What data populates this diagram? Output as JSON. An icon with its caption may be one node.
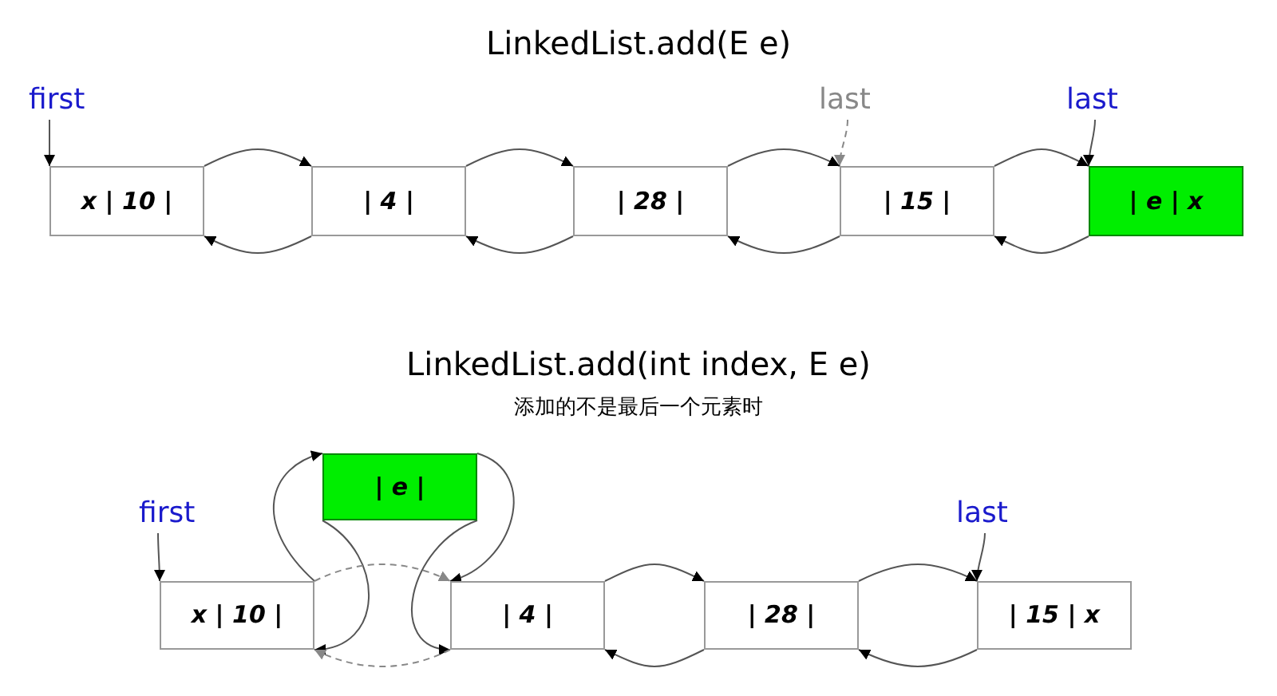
{
  "diagram": {
    "title": "LinkedList.add(E e)",
    "nodes": [
      {
        "text": [
          "first"
        ]
      },
      {
        "text": [
          "x | 10 |"
        ]
      },
      {
        "text": [
          "| 4 |"
        ]
      },
      {
        "text": [
          "| 28 |"
        ]
      },
      {
        "text": [
          "last"
        ]
      },
      {
        "text": [
          "| 15 |"
        ]
      },
      {
        "text": [
          "last"
        ]
      },
      {
        "text": [
          "| e | x"
        ]
      },
      {
        "text": [
          "first"
        ]
      },
      {
        "text": [
          "| e |"
        ]
      },
      {
        "text": [
          "x | 10 |"
        ]
      },
      {
        "text": [
          "| 4 |"
        ]
      },
      {
        "text": [
          "| 28 |"
        ]
      },
      {
        "text": [
          "last"
        ]
      },
      {
        "text": [
          "| 15 | x"
        ]
      }
    ],
    "edges": [
      {
        "from": 0,
        "to": 1,
        "arrow": "to"
      },
      {
        "from": 4,
        "to": 5,
        "arrow": "to",
        "style": "dashed",
        "color": "#888888"
      },
      {
        "from": 6,
        "to": 7,
        "arrow": "to"
      },
      {
        "from": 1,
        "to": 2,
        "arrow": "to"
      },
      {
        "from": 2,
        "to": 1,
        "arrow": "to"
      },
      {
        "from": 2,
        "to": 3,
        "arrow": "to"
      },
      {
        "from": 3,
        "to": 2,
        "arrow": "to"
      },
      {
        "from": 3,
        "to": 5,
        "arrow": "to"
      },
      {
        "from": 5,
        "to": 3,
        "arrow": "to"
      },
      {
        "from": 5,
        "to": 7,
        "arrow": "to"
      },
      {
        "from": 7,
        "to": 5,
        "arrow": "to"
      },
      {
        "from": 8,
        "to": 10,
        "arrow": "to"
      },
      {
        "from": 13,
        "to": 14,
        "arrow": "to"
      },
      {
        "from": 10,
        "to": 9,
        "arrow": "to"
      },
      {
        "from": 9,
        "to": 11,
        "arrow": "to"
      },
      {
        "from": 9,
        "to": 10,
        "arrow": "to"
      },
      {
        "from": 9,
        "to": 11,
        "arrow": "to"
      },
      {
        "from": 10,
        "to": 11,
        "arrow": "to",
        "style": "dashed",
        "color": "#888888"
      },
      {
        "from": 11,
        "to": 10,
        "arrow": "to",
        "style": "dashed",
        "color": "#888888"
      },
      {
        "from": 11,
        "to": 12,
        "arrow": "to"
      },
      {
        "from": 12,
        "to": 11,
        "arrow": "to"
      },
      {
        "from": 12,
        "to": 14,
        "arrow": "to"
      },
      {
        "from": 14,
        "to": 12,
        "arrow": "to"
      }
    ],
    "labels": [
      "LinkedList.add(int index, E e)",
      "添加的不是最后一个元素时"
    ]
  }
}
